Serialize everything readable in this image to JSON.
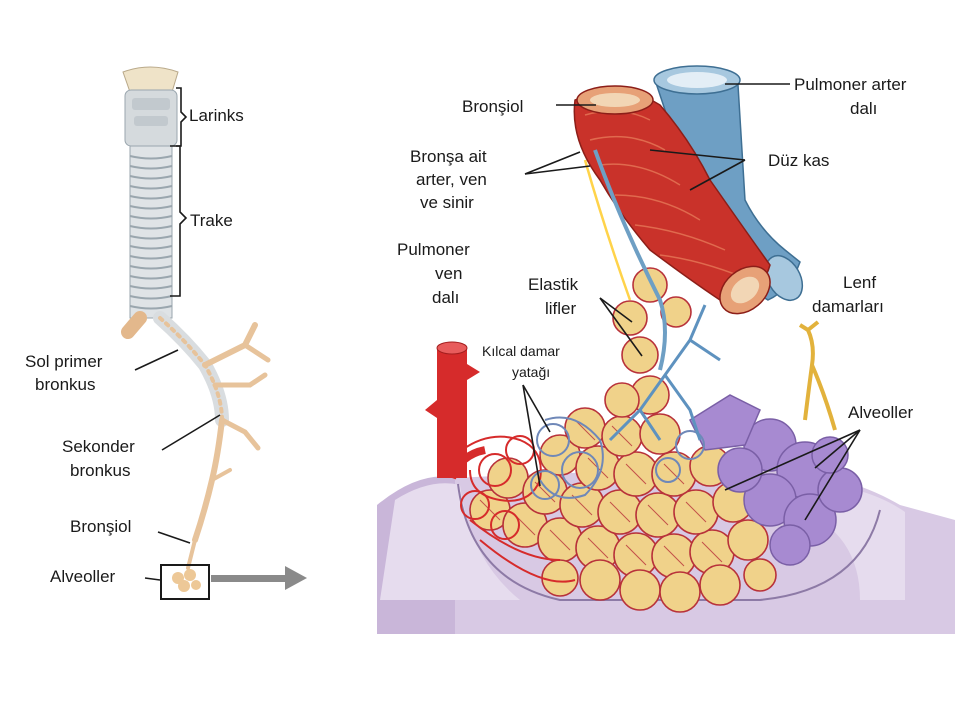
{
  "left_labels": {
    "larinks": "Larinks",
    "trake": "Trake",
    "sol_primer_1": "Sol primer",
    "sol_primer_2": "bronkus",
    "sekonder_1": "Sekonder",
    "sekonder_2": "bronkus",
    "bronsiol": "Bronşiol",
    "alveoller": "Alveoller"
  },
  "right_labels": {
    "pulmoner_arter_1": "Pulmoner arter",
    "pulmoner_arter_2": "dalı",
    "bronsiol": "Bronşiol",
    "bronsa_1": "Bronşa ait",
    "bronsa_2": "arter, ven",
    "bronsa_3": "ve sinir",
    "duz_kas": "Düz kas",
    "pulmoner_ven_1": "Pulmoner",
    "pulmoner_ven_2": "ven",
    "pulmoner_ven_3": "dalı",
    "elastik_1": "Elastik",
    "elastik_2": "lifler",
    "lenf_1": "Lenf",
    "lenf_2": "damarları",
    "kilcal_1": "Kılcal damar",
    "kilcal_2": "yatağı",
    "alveoller": "Alveoller"
  },
  "colors": {
    "trachea": "#d9dde0",
    "trachea_ring": "#9aa6ae",
    "bronchial_tree": "#e7c39b",
    "alveoli_fill": "#f0d28a",
    "alveoli_net": "#b8323a",
    "artery_blue": "#6e9fc4",
    "muscle_red": "#c9322a",
    "vein_red": "#d62b2b",
    "capillary_blue": "#6f88b8",
    "lymph_yellow": "#e2b23c",
    "purple_alveoli": "#a78ad1",
    "pleura_purple": "#c9b6d9",
    "arrow_gray": "#8a8a8a"
  }
}
